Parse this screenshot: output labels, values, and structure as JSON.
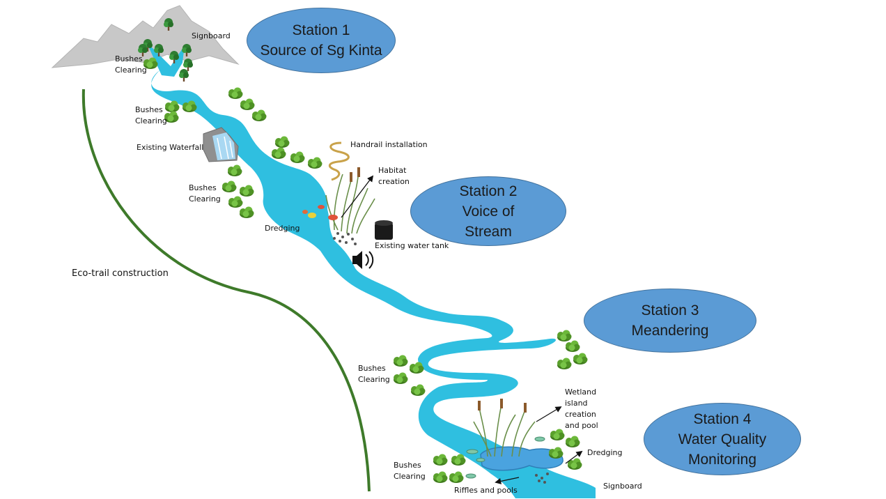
{
  "stations": [
    {
      "id": "station-1",
      "lines": [
        "Station 1",
        "Source of Sg Kinta"
      ]
    },
    {
      "id": "station-2",
      "lines": [
        "Station 2",
        "Voice of",
        "Stream"
      ]
    },
    {
      "id": "station-3",
      "lines": [
        "Station 3",
        "Meandering"
      ]
    },
    {
      "id": "station-4",
      "lines": [
        "Station 4",
        "Water Quality",
        "Monitoring"
      ]
    }
  ],
  "labels": {
    "signboard_top": "Signboard",
    "bushes_clearing_1": [
      "Bushes",
      "Clearing"
    ],
    "bushes_clearing_2": [
      "Bushes",
      "Clearing"
    ],
    "existing_waterfall": "Existing Waterfall",
    "bushes_clearing_3": [
      "Bushes",
      "Clearing"
    ],
    "handrail_installation": "Handrail installation",
    "habitat_creation": [
      "Habitat",
      "creation"
    ],
    "dredging_1": "Dredging",
    "existing_water_tank": "Existing water tank",
    "eco_trail": "Eco-trail construction",
    "bushes_clearing_4": [
      "Bushes",
      "Clearing"
    ],
    "wetland_island": [
      "Wetland",
      "island",
      "creation",
      "and pool"
    ],
    "dredging_2": "Dredging",
    "bushes_clearing_5": [
      "Bushes",
      "Clearing"
    ],
    "riffles_pools": "Riffles and pools",
    "signboard_bottom": "Signboard"
  },
  "colors": {
    "river": "#2fbfe0",
    "trail": "#3e7a2a",
    "station_fill": "#5b9bd5",
    "bush": "#5aa02c",
    "mountain": "#c8c8c8"
  },
  "icons": [
    "mountain-icon",
    "tree-icon",
    "bush-icon",
    "waterfall-icon",
    "handrail-icon",
    "reeds-icon",
    "fish-icon",
    "pebbles-icon",
    "water-tank-icon",
    "speaker-icon",
    "dragonfly-icon"
  ]
}
